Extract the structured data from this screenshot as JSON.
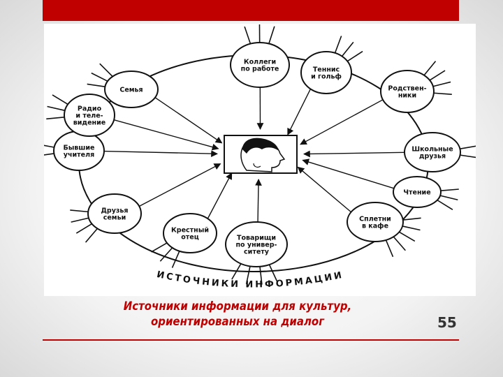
{
  "diagram": {
    "center_icon": "human-head-profile-icon",
    "arc_caption": "ИСТОЧНИКИ ИНФОРМАЦИИ",
    "nodes": [
      {
        "lines": [
          "Коллеги",
          "по работе"
        ]
      },
      {
        "lines": [
          "Теннис",
          "и гольф"
        ]
      },
      {
        "lines": [
          "Родствен-",
          "ники"
        ]
      },
      {
        "lines": [
          "Школьные",
          "друзья"
        ]
      },
      {
        "lines": [
          "Чтение"
        ]
      },
      {
        "lines": [
          "Сплетни",
          "в кафе"
        ]
      },
      {
        "lines": [
          "Товарищи",
          "по универ-",
          "ситету"
        ]
      },
      {
        "lines": [
          "Крестный",
          "отец"
        ]
      },
      {
        "lines": [
          "Друзья",
          "семьи"
        ]
      },
      {
        "lines": [
          "Бывшие",
          "учителя"
        ]
      },
      {
        "lines": [
          "Радио",
          "и теле-",
          "видение"
        ]
      },
      {
        "lines": [
          "Семья"
        ]
      }
    ]
  },
  "caption": {
    "line1": "Источники информации для культур,",
    "line2": "ориентированных на диалог"
  },
  "page_number": "55",
  "colors": {
    "accent": "#c00000",
    "ink": "#111111"
  }
}
